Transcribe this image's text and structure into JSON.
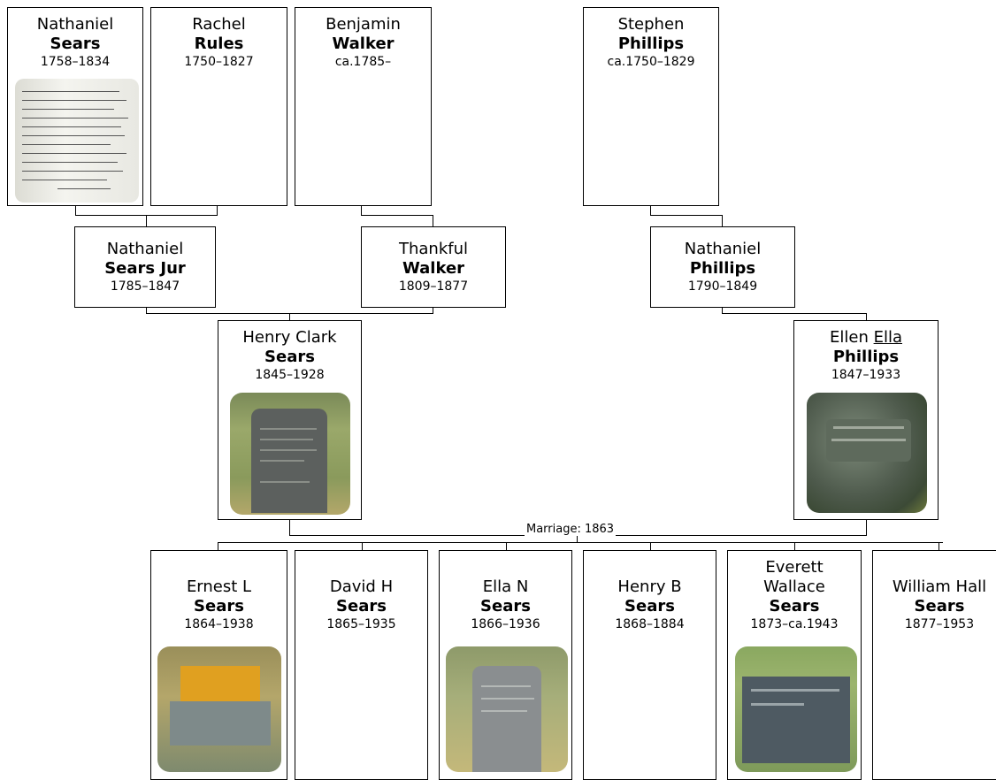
{
  "tree": {
    "generation1": [
      {
        "given": "Nathaniel",
        "surname": "Sears",
        "dates": "1758–1834"
      },
      {
        "given": "Rachel",
        "surname": "Rules",
        "dates": "1750–1827"
      },
      {
        "given": "Benjamin",
        "surname": "Walker",
        "dates": "ca.1785–"
      },
      {
        "given": "Stephen",
        "surname": "Phillips",
        "dates": "ca.1750–1829"
      }
    ],
    "generation2": [
      {
        "given": "Nathaniel",
        "surname": "Sears Jur",
        "dates": "1785–1847"
      },
      {
        "given": "Thankful",
        "surname": "Walker",
        "dates": "1809–1877"
      },
      {
        "given": "Nathaniel",
        "surname": "Phillips",
        "dates": "1790–1849"
      }
    ],
    "generation3": [
      {
        "given": "Henry Clark",
        "surname": "Sears",
        "dates": "1845–1928"
      },
      {
        "given_prefix": "Ellen",
        "given_underlined": "Ella",
        "surname": "Phillips",
        "dates": "1847–1933"
      }
    ],
    "marriage": "Marriage: 1863",
    "children": [
      {
        "given": "Ernest L",
        "surname": "Sears",
        "dates": "1864–1938"
      },
      {
        "given": "David H",
        "surname": "Sears",
        "dates": "1865–1935"
      },
      {
        "given": "Ella N",
        "surname": "Sears",
        "dates": "1866–1936"
      },
      {
        "given": "Henry B",
        "surname": "Sears",
        "dates": "1868–1884"
      },
      {
        "given_line1": "Everett",
        "given_line2": "Wallace",
        "surname": "Sears",
        "dates": "1873–ca.1943"
      },
      {
        "given": "William Hall",
        "surname": "Sears",
        "dates": "1877–1953"
      }
    ]
  },
  "colors": {
    "line": "#000000",
    "box_border": "#000000",
    "background": "#ffffff"
  },
  "icons": [
    "document-photo",
    "headstone-photo"
  ]
}
